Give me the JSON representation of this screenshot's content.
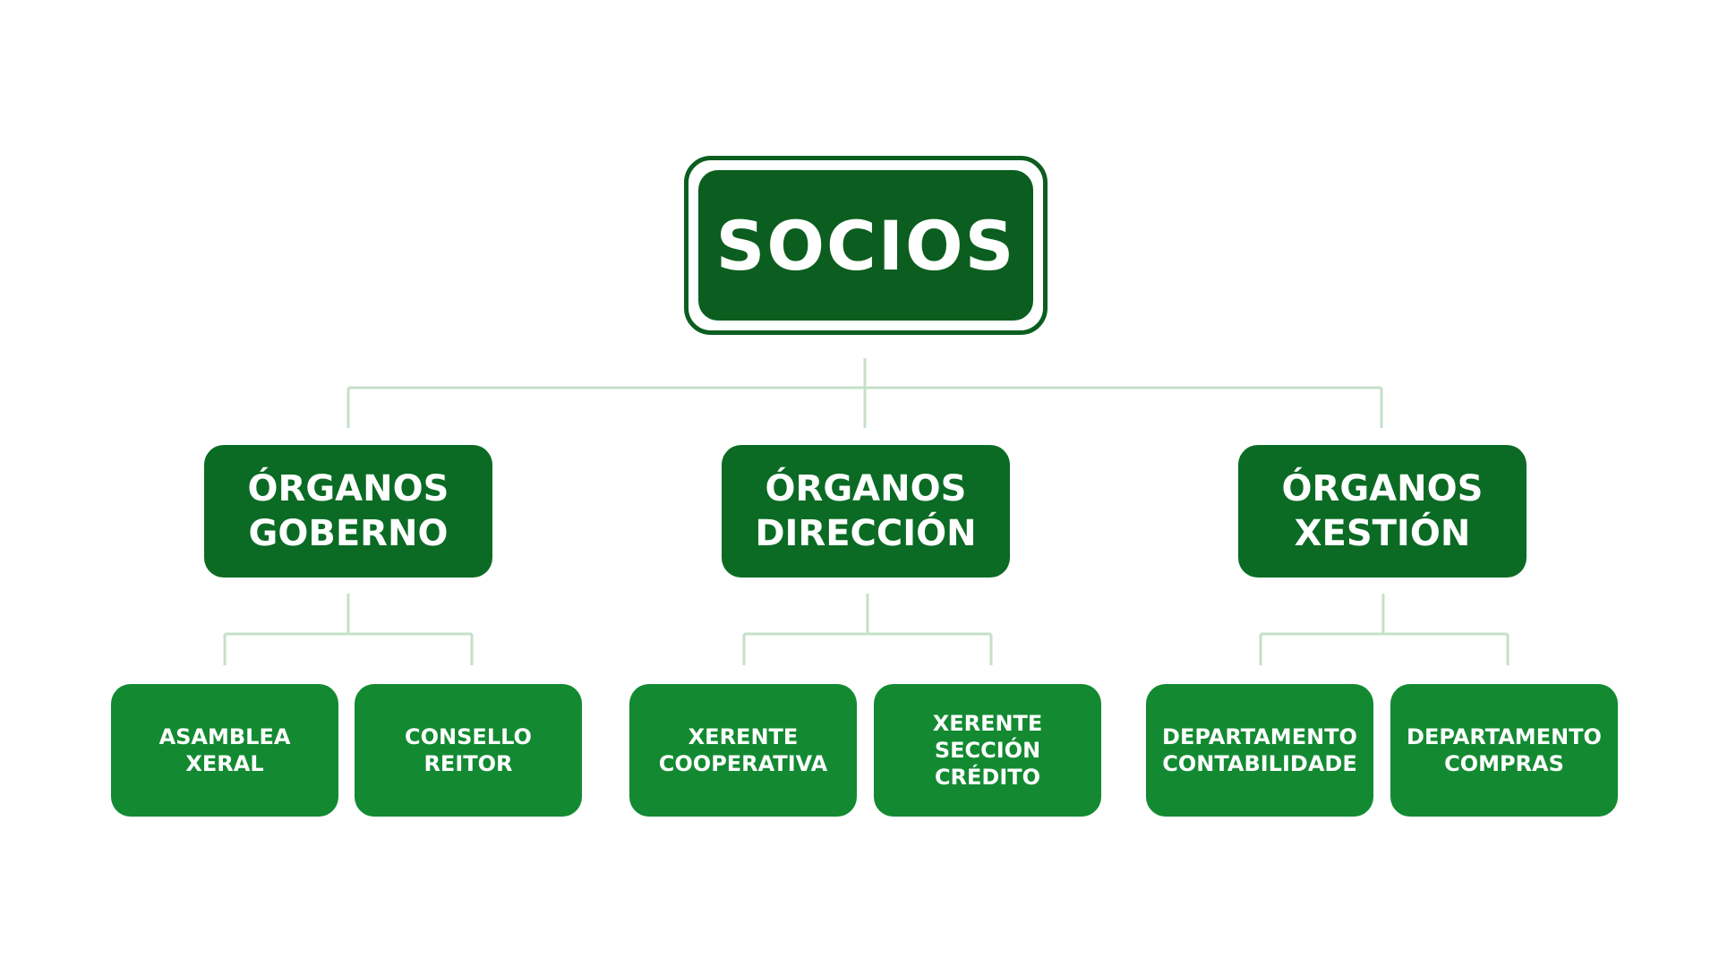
{
  "root": {
    "label": "SOCIOS"
  },
  "branches": [
    {
      "label": "ÓRGANOS\nGOBERNO",
      "children": [
        {
          "label": "ASAMBLEA\nXERAL"
        },
        {
          "label": "CONSELLO\nREITOR"
        }
      ]
    },
    {
      "label": "ÓRGANOS\nDIRECCIÓN",
      "children": [
        {
          "label": "XERENTE\nCOOPERATIVA"
        },
        {
          "label": "XERENTE\nSECCIÓN\nCRÉDITO"
        }
      ]
    },
    {
      "label": "ÓRGANOS\nXESTIÓN",
      "children": [
        {
          "label": "DEPARTAMENTO\nCONTABILIDADE"
        },
        {
          "label": "DEPARTAMENTO\nCOMPRAS"
        }
      ]
    }
  ],
  "colors": {
    "root": "#0b5e1f",
    "level1": "#0b6b24",
    "level2": "#138a32",
    "connector": "#c5e0c8"
  }
}
